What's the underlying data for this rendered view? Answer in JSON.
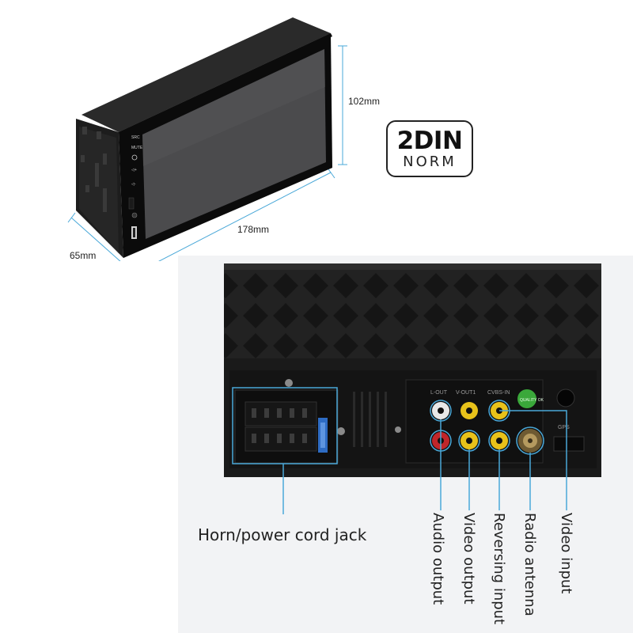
{
  "dimensions": {
    "height": "102mm",
    "width": "178mm",
    "depth": "65mm"
  },
  "badge": {
    "top": "2DIN",
    "bottom": "NORM"
  },
  "front_buttons": [
    "SRC",
    "MUTE",
    "⏻",
    "◁+",
    "◁-"
  ],
  "rear_panel": {
    "rca_labels": [
      "L-OUT",
      "V-OUT1",
      "CVBS-IN"
    ],
    "gps_label": "GPS",
    "sticker": "QUALITY OK"
  },
  "callouts": {
    "horn_power": "Horn/power cord jack",
    "audio_output": "Audio output",
    "video_output": "Video output",
    "reversing_input": "Reversing input",
    "radio_antenna": "Radio antenna",
    "video_input": "Video input"
  },
  "colors": {
    "callout_line": "#4aa8d8",
    "rca_yellow": "#e8c21a",
    "rca_red": "#c0262a",
    "rca_white": "#e8e8e8",
    "body": "#1a1a1a",
    "sticker": "#3aa83a"
  }
}
